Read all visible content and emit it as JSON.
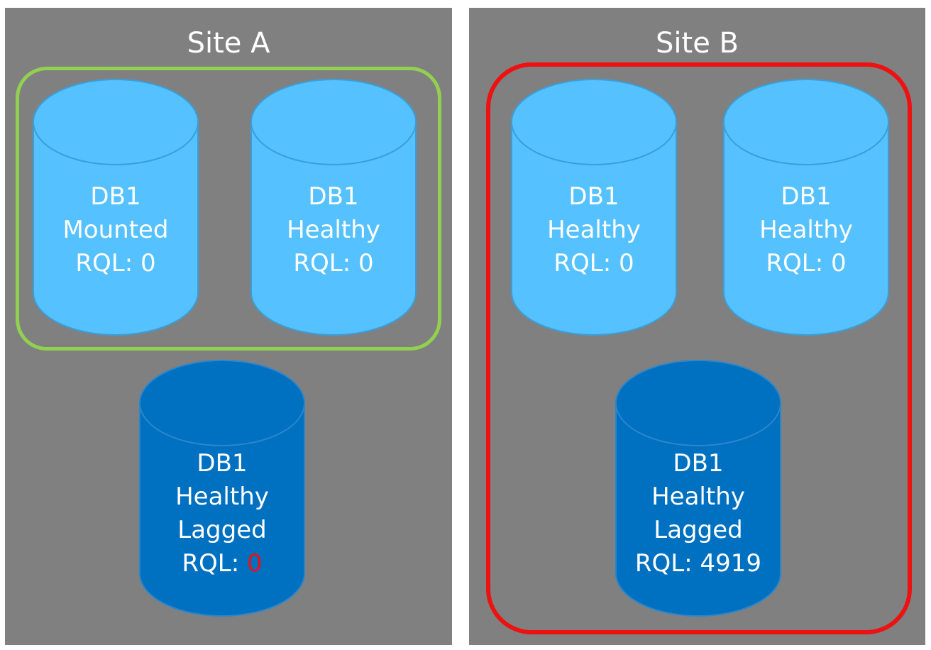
{
  "colors": {
    "panel": "#808080",
    "light_db": "#55c1ff",
    "dark_db": "#0070c0",
    "healthy_group_border": "#92d050",
    "failing_group_border": "#ee1111",
    "text": "#ffffff",
    "highlight_text": "#ee1111"
  },
  "sites": [
    {
      "title": "Site A",
      "databases": [
        {
          "name": "DB1",
          "status": "Mounted",
          "rql_label": "RQL:",
          "rql_value": "0"
        },
        {
          "name": "DB1",
          "status": "Healthy",
          "rql_label": "RQL:",
          "rql_value": "0"
        },
        {
          "name": "DB1",
          "status": "Healthy",
          "lag": "Lagged",
          "rql_label": "RQL:",
          "rql_value": "0"
        }
      ]
    },
    {
      "title": "Site B",
      "databases": [
        {
          "name": "DB1",
          "status": "Healthy",
          "rql_label": "RQL:",
          "rql_value": "0"
        },
        {
          "name": "DB1",
          "status": "Healthy",
          "rql_label": "RQL:",
          "rql_value": "0"
        },
        {
          "name": "DB1",
          "status": "Healthy",
          "lag": "Lagged",
          "rql_label": "RQL:",
          "rql_value": "4919"
        }
      ]
    }
  ]
}
